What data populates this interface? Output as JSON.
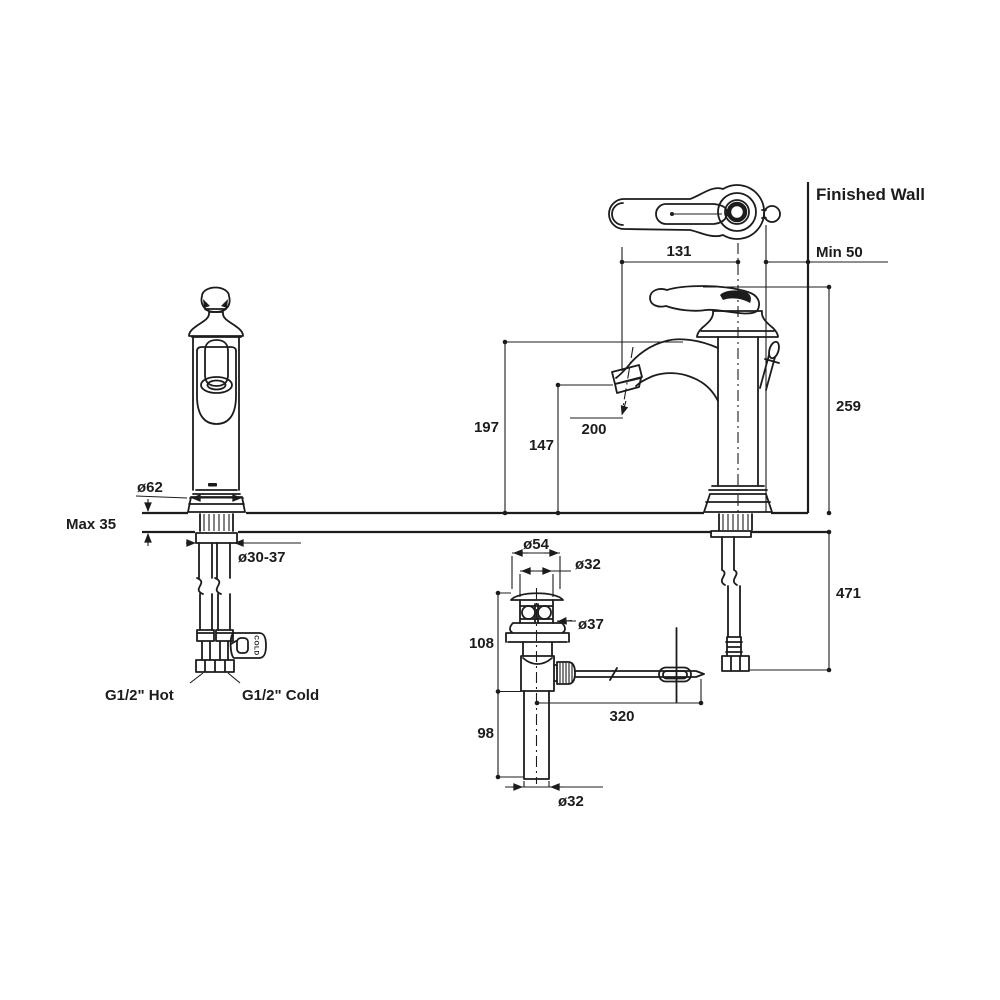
{
  "annotations": {
    "finished_wall": "Finished Wall"
  },
  "dimensions": {
    "top_view": {
      "spout_reach": "131",
      "wall_clearance_min": "Min 50"
    },
    "side_view": {
      "spout_height": "197",
      "aerator_height": "147",
      "aerator_ref": "200",
      "overall_height_above_deck": "259",
      "supply_length_below_deck": "471"
    },
    "front_view": {
      "base_diameter": "ø62",
      "deck_thickness_max": "Max 35",
      "mounting_hole_diameter": "ø30-37"
    },
    "connections": {
      "hot_label": "G1/2\" Hot",
      "cold_label": "G1/2\" Cold",
      "cold_tag": "COLD"
    },
    "drain": {
      "flange_diameter": "ø54",
      "plug_diameter": "ø32",
      "body_diameter": "ø37",
      "upper_height": "108",
      "lower_height": "98",
      "lift_rod_offset": "320",
      "tailpipe_diameter": "ø32"
    }
  },
  "colors": {
    "line": "#1c1c1c",
    "background": "#ffffff"
  }
}
